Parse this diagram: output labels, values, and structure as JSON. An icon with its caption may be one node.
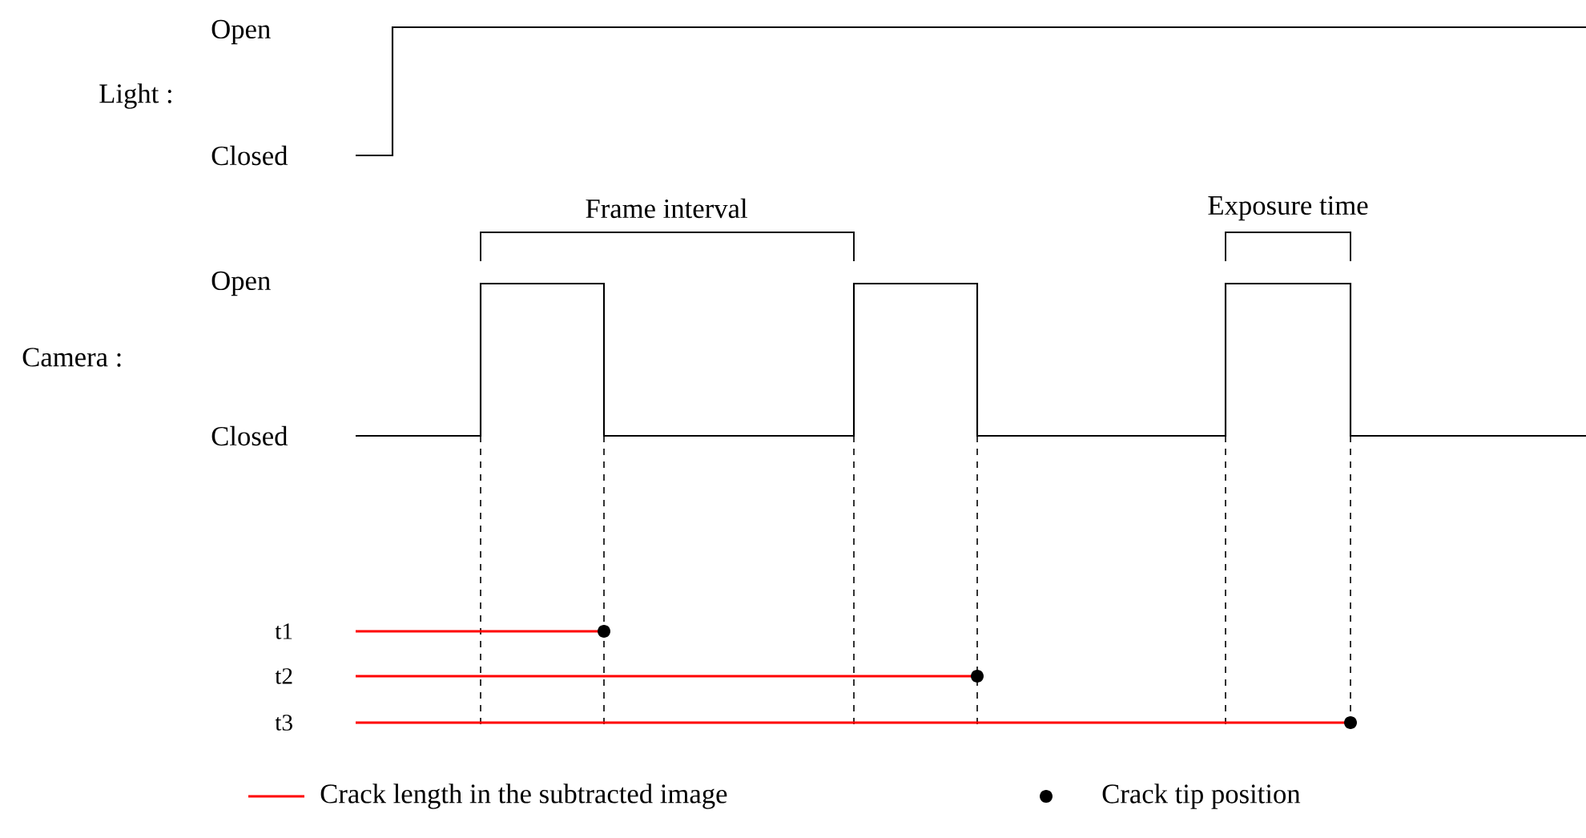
{
  "diagram": {
    "labels": [
      "Open",
      "Light :",
      "Closed",
      "Frame interval",
      "Exposure time",
      "Open",
      "Camera :",
      "Closed",
      "t1",
      "t2",
      "t3"
    ],
    "legend": [
      {
        "text": "Crack length in the subtracted image",
        "color": "#ff0000"
      },
      {
        "text": "Crack tip position"
      }
    ]
  }
}
